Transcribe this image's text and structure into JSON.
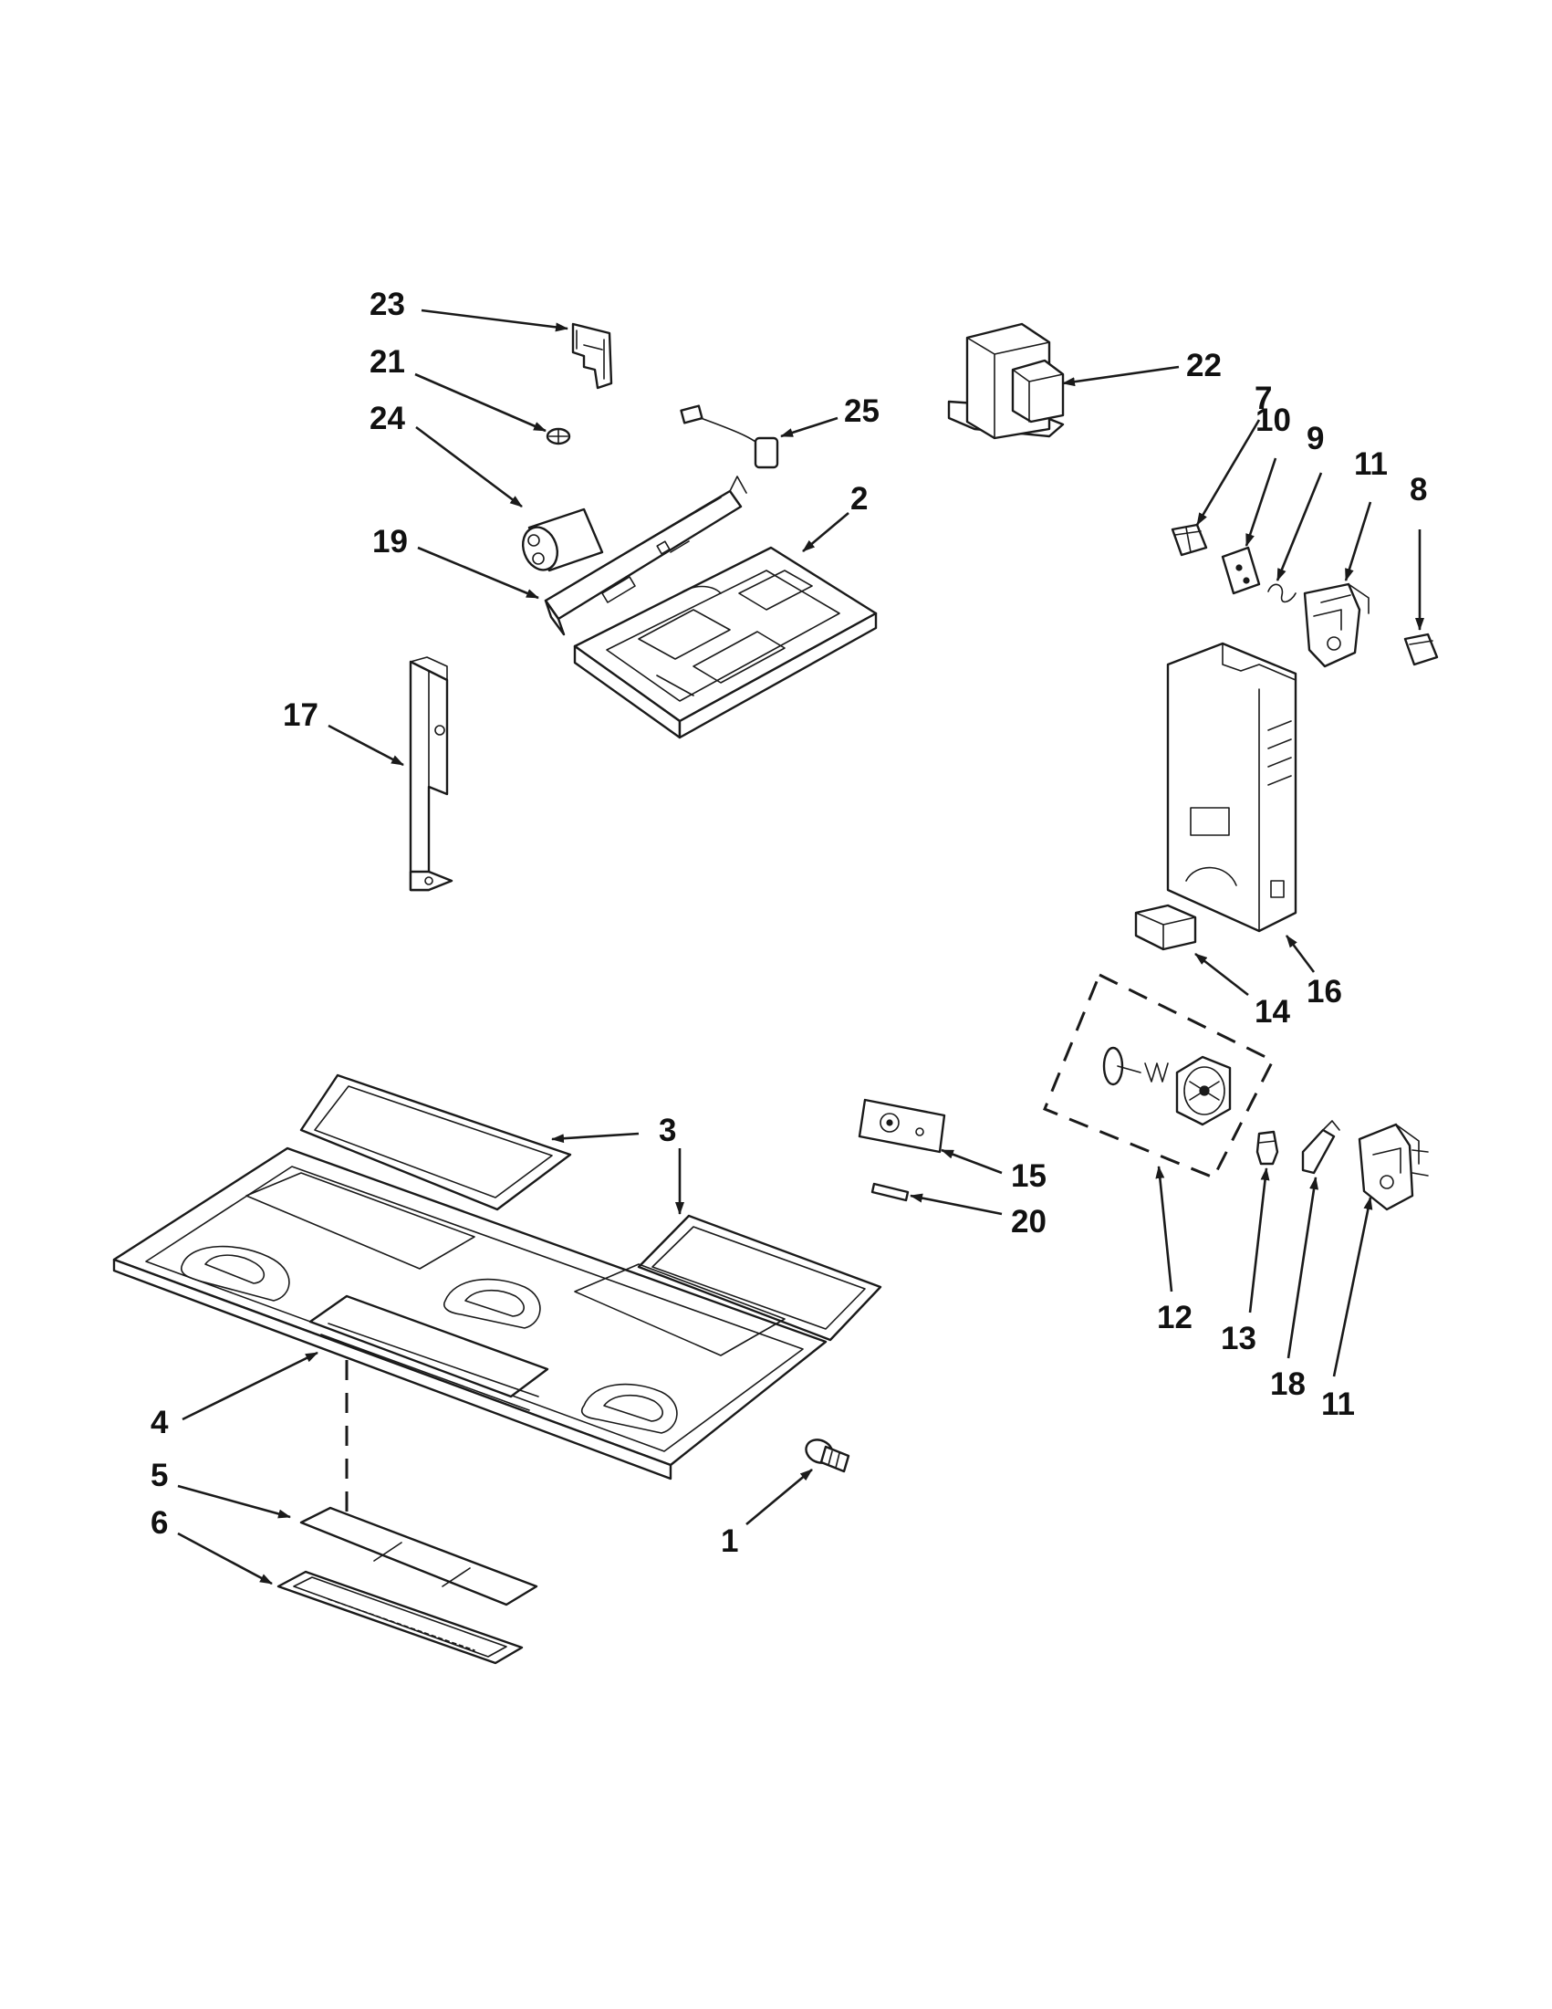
{
  "callouts": [
    {
      "id": "c23",
      "text": "23"
    },
    {
      "id": "c21",
      "text": "21"
    },
    {
      "id": "c24",
      "text": "24"
    },
    {
      "id": "c19",
      "text": "19"
    },
    {
      "id": "c25",
      "text": "25"
    },
    {
      "id": "c2",
      "text": "2"
    },
    {
      "id": "c22",
      "text": "22"
    },
    {
      "id": "c7",
      "text": "7"
    },
    {
      "id": "c10",
      "text": "10"
    },
    {
      "id": "c9",
      "text": "9"
    },
    {
      "id": "c11a",
      "text": "11"
    },
    {
      "id": "c8",
      "text": "8"
    },
    {
      "id": "c17",
      "text": "17"
    },
    {
      "id": "c16",
      "text": "16"
    },
    {
      "id": "c14",
      "text": "14"
    },
    {
      "id": "c3a",
      "text": "3"
    },
    {
      "id": "c3b",
      "text": "3"
    },
    {
      "id": "c15",
      "text": "15"
    },
    {
      "id": "c20",
      "text": "20"
    },
    {
      "id": "c12",
      "text": "12"
    },
    {
      "id": "c13",
      "text": "13"
    },
    {
      "id": "c18",
      "text": "18"
    },
    {
      "id": "c11b",
      "text": "11"
    },
    {
      "id": "c4",
      "text": "4"
    },
    {
      "id": "c5",
      "text": "5"
    },
    {
      "id": "c6",
      "text": "6"
    },
    {
      "id": "c1",
      "text": "1"
    }
  ],
  "colors": {
    "line": "#1a1a1a",
    "background": "#ffffff"
  }
}
